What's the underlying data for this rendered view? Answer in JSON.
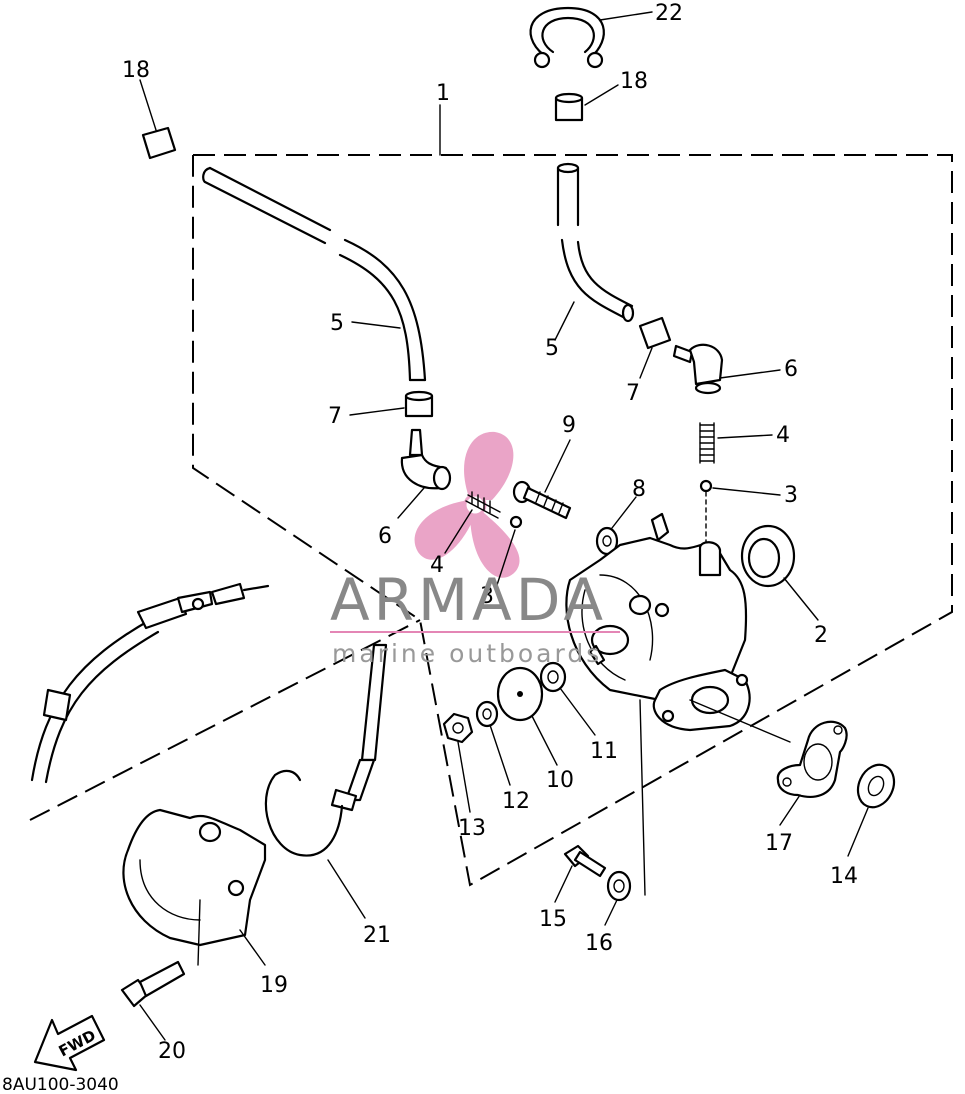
{
  "watermark": {
    "brand": "ARMADA",
    "tagline": "marine outboards",
    "accent_color": "#e486b5",
    "brand_color": "#888888"
  },
  "diagram": {
    "drawing_code": "8AU100-3040",
    "fwd_label": "FWD",
    "group_number": "1",
    "callouts": {
      "c2": "2",
      "c3a": "3",
      "c3b": "3",
      "c4a": "4",
      "c4b": "4",
      "c5a": "5",
      "c5b": "5",
      "c6a": "6",
      "c6b": "6",
      "c7a": "7",
      "c7b": "7",
      "c8": "8",
      "c9": "9",
      "c10": "10",
      "c11": "11",
      "c12": "12",
      "c13": "13",
      "c14": "14",
      "c15": "15",
      "c16": "16",
      "c17": "17",
      "c18a": "18",
      "c18b": "18",
      "c19": "19",
      "c20": "20",
      "c21": "21",
      "c22": "22"
    }
  }
}
